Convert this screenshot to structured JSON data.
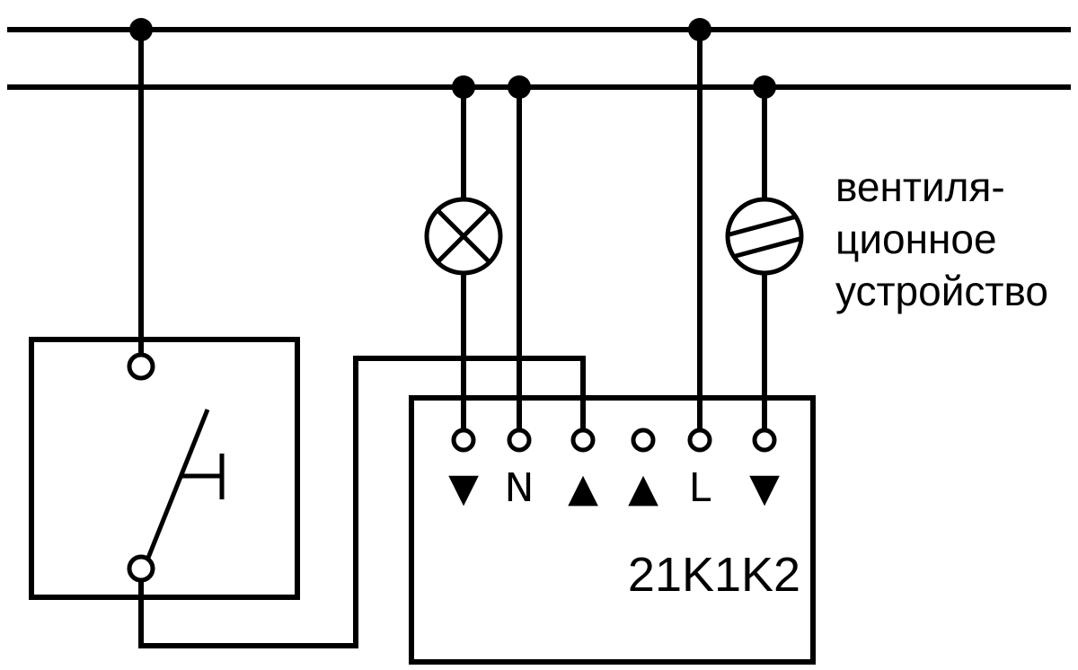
{
  "colors": {
    "stroke": "#000000",
    "background": "#ffffff"
  },
  "device": {
    "label": "21K1K2",
    "terminals": [
      "▼",
      "N",
      "▲",
      "▲",
      "L",
      "▼"
    ]
  },
  "annotation": {
    "lines": [
      "вентиля-",
      "ционное",
      "устройство"
    ]
  }
}
